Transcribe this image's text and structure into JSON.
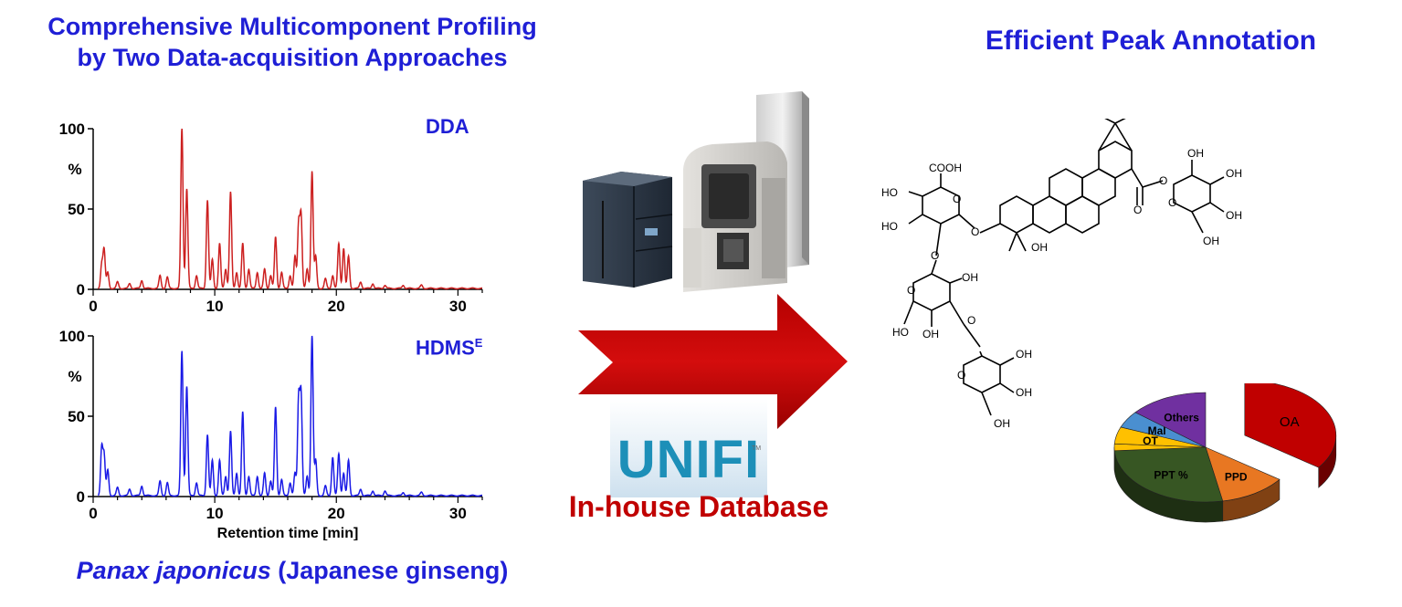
{
  "left_title": {
    "line1": "Comprehensive Multicomponent Profiling",
    "line2": "by Two Data-acquisition Approaches"
  },
  "right_title": "Efficient Peak Annotation",
  "caption": {
    "species": "Panax japonicus",
    "common": " (Japanese ginseng)"
  },
  "database_label": "In-house Database",
  "software_logo": "UNIFI",
  "software_tm": "TM",
  "colors": {
    "title": "#1f1fd6",
    "arrow": "#c00000",
    "dda": "#cc2020",
    "hdms": "#1a1ae6",
    "unifi": "#1d8fb8"
  },
  "chart_data": [
    {
      "type": "line",
      "tag": "DDA",
      "color": "#cc2020",
      "ylabel": "%",
      "y_ticks": [
        "100",
        "50",
        "0"
      ],
      "x_ticks": [
        "0",
        "10",
        "20",
        "30"
      ],
      "xlim": [
        0,
        32
      ],
      "ylim": [
        0,
        100
      ],
      "peaks": [
        [
          0.7,
          15
        ],
        [
          0.9,
          24
        ],
        [
          1.2,
          10
        ],
        [
          2.0,
          4
        ],
        [
          3.0,
          3
        ],
        [
          4.0,
          5
        ],
        [
          5.5,
          8
        ],
        [
          6.1,
          7
        ],
        [
          7.3,
          100
        ],
        [
          7.7,
          62
        ],
        [
          8.5,
          8
        ],
        [
          9.4,
          55
        ],
        [
          9.8,
          18
        ],
        [
          10.4,
          28
        ],
        [
          10.9,
          12
        ],
        [
          11.3,
          60
        ],
        [
          11.8,
          10
        ],
        [
          12.3,
          28
        ],
        [
          12.8,
          12
        ],
        [
          13.5,
          10
        ],
        [
          14.1,
          12
        ],
        [
          14.6,
          8
        ],
        [
          15.0,
          32
        ],
        [
          15.5,
          10
        ],
        [
          16.2,
          8
        ],
        [
          16.6,
          20
        ],
        [
          16.9,
          40
        ],
        [
          17.1,
          45
        ],
        [
          17.6,
          12
        ],
        [
          18.0,
          73
        ],
        [
          18.3,
          20
        ],
        [
          19.1,
          6
        ],
        [
          19.7,
          8
        ],
        [
          20.2,
          28
        ],
        [
          20.6,
          25
        ],
        [
          21.0,
          20
        ],
        [
          22.0,
          4
        ],
        [
          23.0,
          3
        ],
        [
          24.0,
          2
        ],
        [
          25.5,
          2
        ],
        [
          27.0,
          2
        ]
      ]
    },
    {
      "type": "line",
      "tag": "HDMS",
      "tag_sup": "E",
      "color": "#1a1ae6",
      "ylabel": "%",
      "y_ticks": [
        "100",
        "50",
        "0"
      ],
      "x_ticks": [
        "0",
        "10",
        "20",
        "30"
      ],
      "xlabel": "Retention time [min]",
      "xlim": [
        0,
        32
      ],
      "ylim": [
        0,
        100
      ],
      "peaks": [
        [
          0.7,
          30
        ],
        [
          0.9,
          25
        ],
        [
          1.2,
          16
        ],
        [
          2.0,
          5
        ],
        [
          3.0,
          4
        ],
        [
          4.0,
          6
        ],
        [
          5.5,
          9
        ],
        [
          6.1,
          8
        ],
        [
          7.3,
          90
        ],
        [
          7.7,
          68
        ],
        [
          8.5,
          8
        ],
        [
          9.4,
          38
        ],
        [
          9.8,
          22
        ],
        [
          10.4,
          22
        ],
        [
          10.9,
          12
        ],
        [
          11.3,
          40
        ],
        [
          11.8,
          14
        ],
        [
          12.3,
          52
        ],
        [
          12.8,
          12
        ],
        [
          13.5,
          12
        ],
        [
          14.1,
          14
        ],
        [
          14.6,
          9
        ],
        [
          15.0,
          55
        ],
        [
          15.5,
          10
        ],
        [
          16.2,
          8
        ],
        [
          16.6,
          14
        ],
        [
          16.9,
          60
        ],
        [
          17.1,
          62
        ],
        [
          17.6,
          12
        ],
        [
          18.0,
          100
        ],
        [
          18.3,
          22
        ],
        [
          19.1,
          6
        ],
        [
          19.7,
          24
        ],
        [
          20.2,
          26
        ],
        [
          20.6,
          14
        ],
        [
          21.0,
          22
        ],
        [
          22.0,
          4
        ],
        [
          23.0,
          3
        ],
        [
          24.0,
          3
        ],
        [
          25.5,
          2
        ],
        [
          27.0,
          2
        ]
      ]
    },
    {
      "type": "pie",
      "slices": [
        {
          "label": "OA",
          "value": 35,
          "color": "#c00000",
          "exploded": true
        },
        {
          "label": "PPD",
          "value": 12,
          "color": "#e87722"
        },
        {
          "label": "PPT %",
          "value": 27,
          "color": "#375623"
        },
        {
          "label": "",
          "value": 2,
          "color": "#ffc000"
        },
        {
          "label": "OT",
          "value": 5,
          "color": "#ffc000"
        },
        {
          "label": "Mal",
          "value": 5,
          "color": "#4a8fd0"
        },
        {
          "label": "Others",
          "value": 14,
          "color": "#7030a0"
        }
      ]
    }
  ],
  "structure": {
    "labels": [
      "COOH",
      "HO",
      "HO",
      "O",
      "O",
      "OH",
      "O",
      "HO",
      "O",
      "OH",
      "OH",
      "OH",
      "OH",
      "O",
      "O",
      "OH",
      "OH",
      "OH",
      "OH",
      "O",
      "O",
      "O",
      "OH",
      "OH",
      "OH"
    ]
  }
}
